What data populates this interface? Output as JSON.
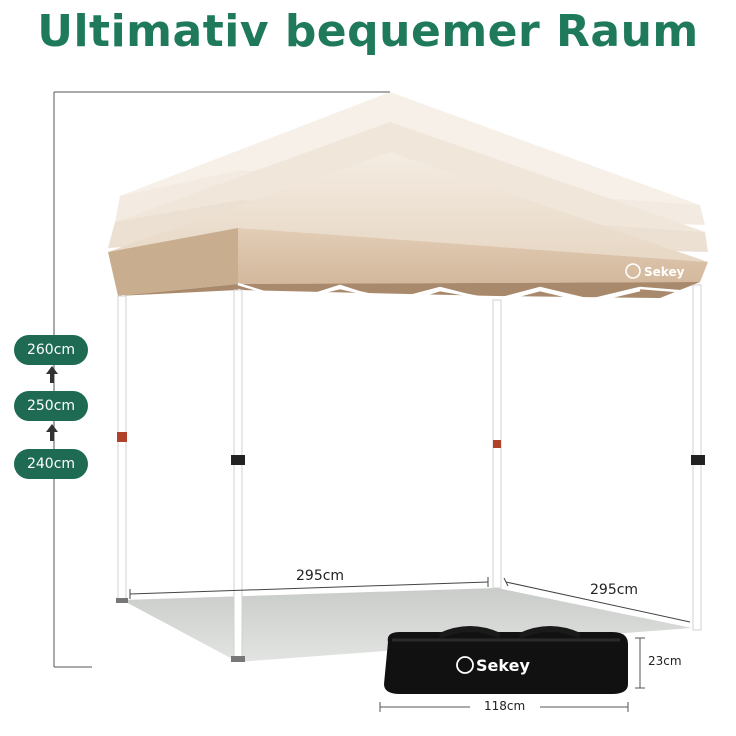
{
  "title": "Ultimativ bequemer Raum",
  "heights": [
    "260cm",
    "250cm",
    "240cm"
  ],
  "dimensions": {
    "width": "295cm",
    "depth": "295cm",
    "bag_length": "118cm",
    "bag_height": "23cm"
  },
  "brand": "Sekey",
  "colors": {
    "title": "#1f7a5c",
    "pill": "#1e6a52",
    "canopy": "#d9c2a8",
    "frame": "#ffffff"
  }
}
